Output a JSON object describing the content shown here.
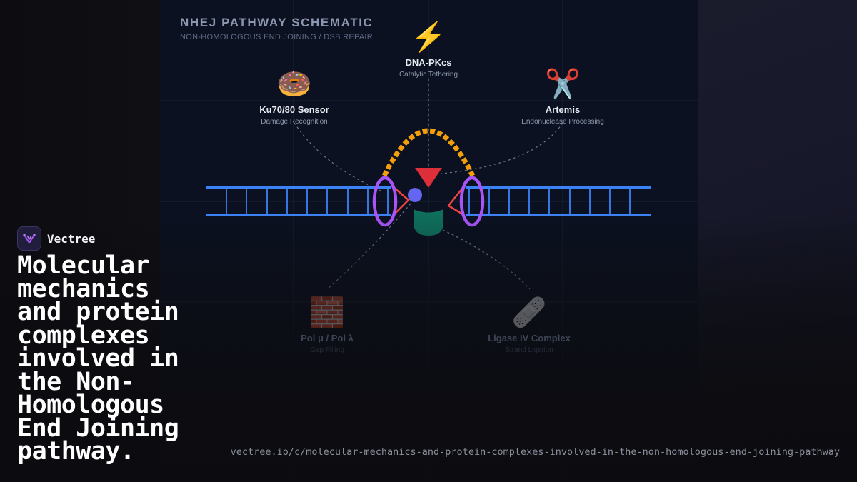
{
  "schematic": {
    "title": "NHEJ PATHWAY SCHEMATIC",
    "subtitle": "NON-HOMOLOGOUS END JOINING / DSB REPAIR"
  },
  "nodes": {
    "dnapk": {
      "label": "DNA-PKcs",
      "caption": "Catalytic Tethering",
      "icon": "lightning-icon",
      "glyph": "⚡"
    },
    "ku": {
      "label": "Ku70/80 Sensor",
      "caption": "Damage Recognition",
      "icon": "donut-icon",
      "glyph": "🍩"
    },
    "artemis": {
      "label": "Artemis",
      "caption": "Endonuclease Processing",
      "icon": "scissors-icon",
      "glyph": "✂️"
    },
    "pol": {
      "label": "Pol μ / Pol λ",
      "caption": "Gap Filling",
      "icon": "brick-icon",
      "glyph": "🧱"
    },
    "ligase": {
      "label": "Ligase IV Complex",
      "caption": "Strand Ligation",
      "icon": "bandage-icon",
      "glyph": "🩹"
    }
  },
  "colors": {
    "dna_strand": "#3b82f6",
    "ku_ring": "#a855f7",
    "dnapk_arc": "#f59e0b",
    "break_marker": "#ef4444",
    "artemis_node": "#6366f1",
    "ligase_shape": "#0f766e",
    "connector": "#94a3b8"
  },
  "brand": {
    "name": "Vectree",
    "logo_color": "#a855f7"
  },
  "headline": "Molecular mechanics and protein complexes involved in the Non-Homologous End Joining pathway.",
  "url": "vectree.io/c/molecular-mechanics-and-protein-complexes-involved-in-the-non-homologous-end-joining-pathway"
}
